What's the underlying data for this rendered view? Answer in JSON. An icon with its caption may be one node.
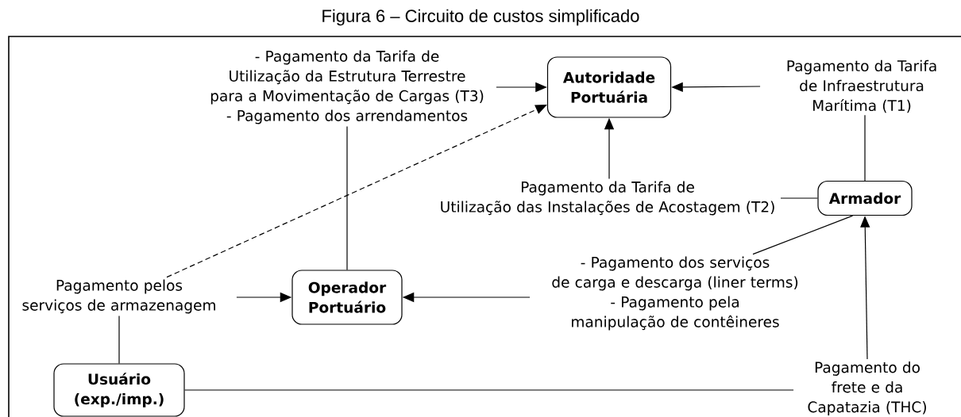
{
  "diagram": {
    "title": "Figura 6 – Circuito de custos simplificado",
    "nodes": [
      {
        "text": [
          "Autoridade Portuária"
        ]
      },
      {
        "text": [
          "Armador"
        ]
      },
      {
        "text": [
          "Operador Portuário"
        ]
      },
      {
        "text": [
          "Usuário (exp./imp.)"
        ]
      },
      {
        "text": [
          "- Pagamento da Tarifa de Utilização da Estrutura Terrestre para a Movimentação de Cargas (T3)",
          "- Pagamento dos arrendamentos"
        ]
      },
      {
        "text": [
          "Pagamento da Tarifa de Infraestrutura Marítima (T1)"
        ]
      },
      {
        "text": [
          "Pagamento da Tarifa de Utilização das Instalações de Acostagem (T2)"
        ]
      },
      {
        "text": [
          "- Pagamento dos serviços de carga e descarga (liner terms)",
          "- Pagamento pela manipulação de contêineres"
        ]
      },
      {
        "text": [
          "Pagamento pelos serviços de armazenagem"
        ]
      },
      {
        "text": [
          "Pagamento do frete e da Capatazia (THC)"
        ]
      }
    ],
    "edges": [
      {
        "from": 2,
        "to": 4,
        "arrow": "none"
      },
      {
        "from": 4,
        "to": 0,
        "arrow": "to"
      },
      {
        "from": 1,
        "to": 5,
        "arrow": "none"
      },
      {
        "from": 5,
        "to": 0,
        "arrow": "to"
      },
      {
        "from": 1,
        "to": 6,
        "arrow": "none"
      },
      {
        "from": 6,
        "to": 0,
        "arrow": "to"
      },
      {
        "from": 1,
        "to": 7,
        "arrow": "none"
      },
      {
        "from": 7,
        "to": 2,
        "arrow": "to"
      },
      {
        "from": 3,
        "to": 8,
        "arrow": "none"
      },
      {
        "from": 8,
        "to": 2,
        "arrow": "to"
      },
      {
        "from": 8,
        "to": 0,
        "arrow": "to",
        "style": "dashed"
      },
      {
        "from": 3,
        "to": 9,
        "arrow": "none"
      },
      {
        "from": 9,
        "to": 1,
        "arrow": "to"
      }
    ]
  }
}
